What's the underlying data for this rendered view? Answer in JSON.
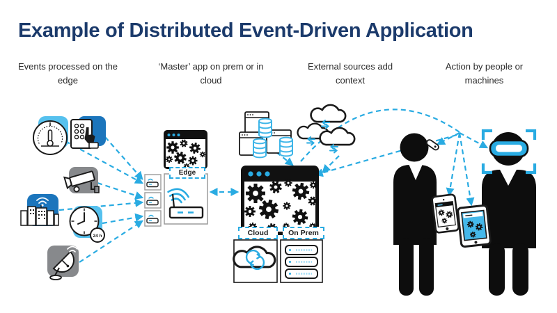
{
  "title": "Example of Distributed Event-Driven Application",
  "columns": [
    {
      "label": "Events processed on the edge"
    },
    {
      "label": "‘Master’ app on prem or in cloud"
    },
    {
      "label": "External sources add context"
    },
    {
      "label": "Action by people or machines"
    }
  ],
  "labels": {
    "edge": "Edge",
    "cloud": "Cloud",
    "on_prem": "On Prem",
    "clock_badge": "24 h"
  },
  "colors": {
    "title_navy": "#1b3a6b",
    "accent_cyan": "#29abe2",
    "tile_light_blue": "#56c1ee",
    "tile_dark_blue": "#1b75bc",
    "tile_gray": "#87898c",
    "ink": "#111111"
  },
  "diagram": {
    "edge_devices": [
      {
        "icon": "thermostat-icon",
        "tile": "light-blue"
      },
      {
        "icon": "touch-tablet-icon",
        "tile": "dark-blue"
      },
      {
        "icon": "security-camera-icon",
        "tile": "gray"
      },
      {
        "icon": "smart-city-icon",
        "tile": "dark-blue"
      },
      {
        "icon": "24h-clock-icon",
        "tile": "light-blue"
      },
      {
        "icon": "satellite-dish-icon",
        "tile": "gray"
      }
    ],
    "nodes": [
      {
        "name": "edge-gateway",
        "label": "Edge"
      },
      {
        "name": "master-app-window"
      },
      {
        "name": "cloud-deployment",
        "label": "Cloud"
      },
      {
        "name": "on-prem-deployment",
        "label": "On Prem"
      },
      {
        "name": "external-cloud-sources"
      },
      {
        "name": "browser-database-sources"
      },
      {
        "name": "person-with-earpiece-and-phone"
      },
      {
        "name": "person-with-vr-headset-and-tablet"
      }
    ],
    "links": [
      {
        "from": "edge-devices",
        "to": "edge-gateway",
        "style": "dashed-arrow"
      },
      {
        "from": "edge-gateway",
        "to": "master-app-window",
        "style": "dashed-double-arrow"
      },
      {
        "from": "browser-database-sources",
        "to": "master-app-window",
        "style": "dashed-arrow"
      },
      {
        "from": "external-cloud-sources",
        "to": "master-app-window",
        "style": "dashed-arrow"
      },
      {
        "from": "master-app-window",
        "to": "people-devices",
        "style": "dashed-arc"
      }
    ]
  }
}
